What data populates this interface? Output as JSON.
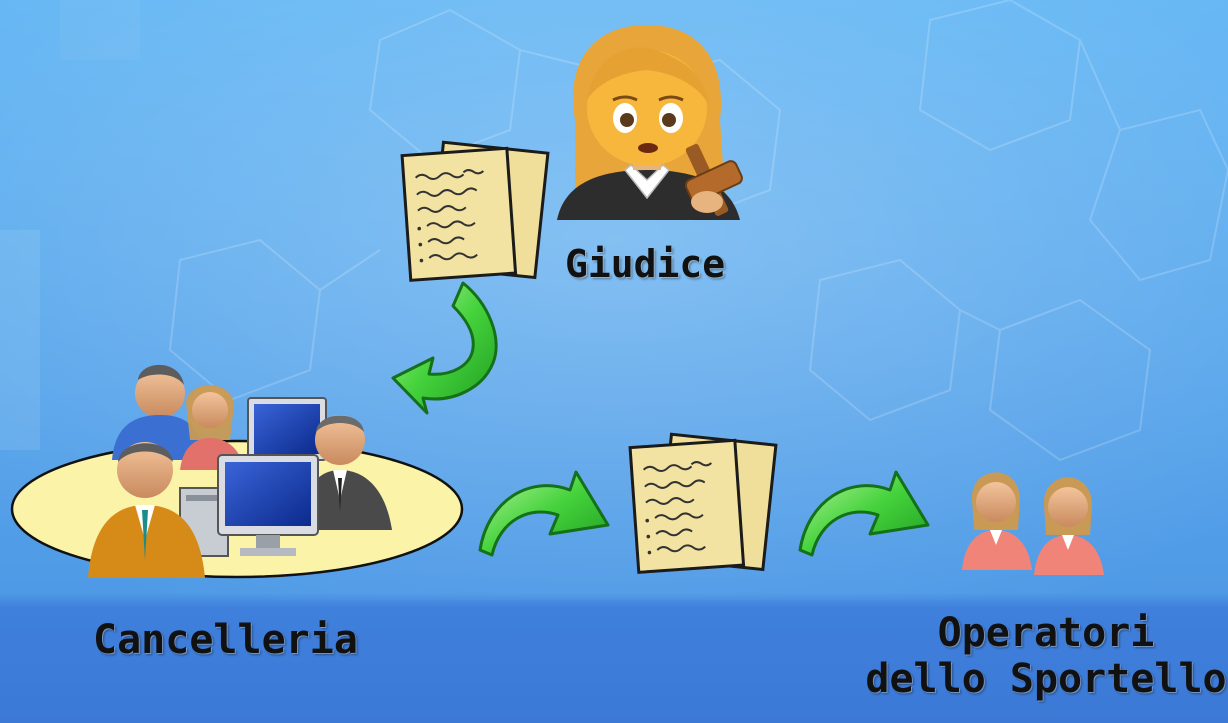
{
  "colors": {
    "background_top": "#5eb2f2",
    "background_bottom": "#3f7fd9",
    "arrow": "#3cc43a",
    "ellipse_fill": "#fbf3a8",
    "document": "#f0df9a"
  },
  "nodes": {
    "giudice": {
      "label": "Giudice",
      "icon": "judge-woman-icon"
    },
    "cancelleria": {
      "label": "Cancelleria",
      "icon": "office-staff-group-icon"
    },
    "operatori": {
      "line1": "Operatori",
      "line2": "dello Sportello",
      "icon": "two-women-operators-icon"
    }
  },
  "flow": [
    {
      "from": "giudice",
      "to": "cancelleria",
      "icon": "curved-arrow-icon",
      "document": "documents-icon"
    },
    {
      "from": "cancelleria",
      "to": "operatori",
      "icon": "curved-arrow-icon",
      "document": "documents-icon"
    }
  ]
}
